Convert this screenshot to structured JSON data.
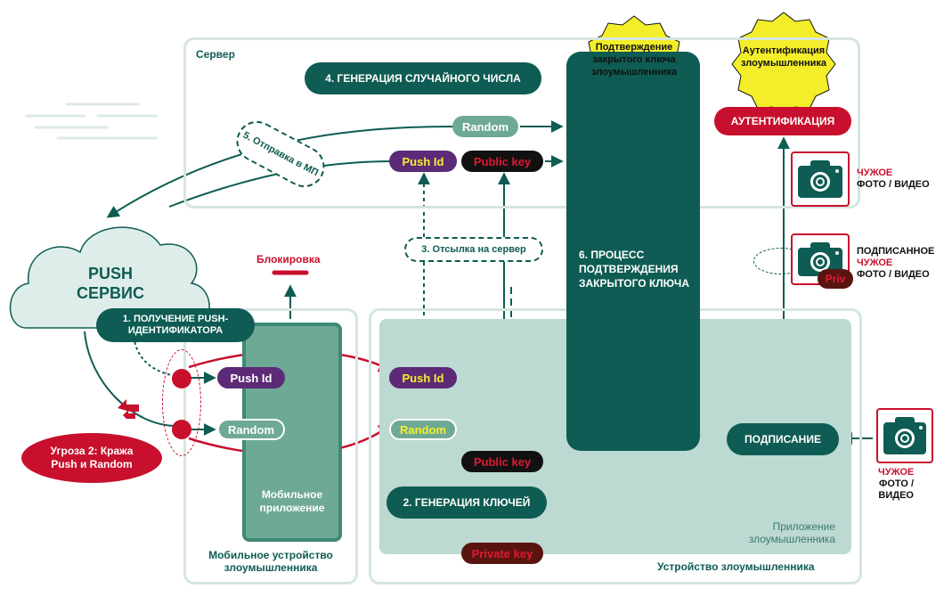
{
  "server": {
    "label": "Сервер"
  },
  "attacker_device": {
    "label": "Устройство злоумышленника"
  },
  "attacker_app": {
    "label": "Приложение злоумышленника"
  },
  "mobile_device": {
    "label": "Мобильное устройство злоумышленника"
  },
  "mobile_app": {
    "label": "Мобильное приложение"
  },
  "push_service": {
    "label": "PUSH СЕРВИС"
  },
  "steps": {
    "step1": "1. ПОЛУЧЕНИЕ PUSH-ИДЕНТИФИКАТОРА",
    "step2": "2. ГЕНЕРАЦИЯ КЛЮЧЕЙ",
    "step3": "3. Отсылка на сервер",
    "step4": "4. ГЕНЕРАЦИЯ СЛУЧАЙНОГО ЧИСЛА",
    "step5": "5. Отправка в МП",
    "step6": "6. ПРОЦЕСС ПОДТВЕРЖДЕНИЯ ЗАКРЫТОГО КЛЮЧА"
  },
  "tokens": {
    "random": "Random",
    "push_id": "Push Id",
    "public_key": "Public key",
    "private_key": "Private key",
    "priv": "Priv"
  },
  "blocking": "Блокировка",
  "threat": "Угроза 2: Кража Push и Random",
  "signing": "ПОДПИСАНИЕ",
  "authentication": "АУТЕНТИФИКАЦИЯ",
  "badges": {
    "confirm": "Подтверждение закрытого ключа злоумышленника",
    "auth": "Аутентификация злоумышленника"
  },
  "captions": {
    "alien": "ЧУЖОЕ",
    "photo_video": "ФОТО / ВИДЕО",
    "signed": "ПОДПИСАННОЕ"
  },
  "colors": {
    "dark_green": "#0e5c53",
    "red": "#c8102e",
    "purple": "#5d2a77",
    "mint": "#6ea996",
    "badge_yellow": "#f4ee2a"
  }
}
